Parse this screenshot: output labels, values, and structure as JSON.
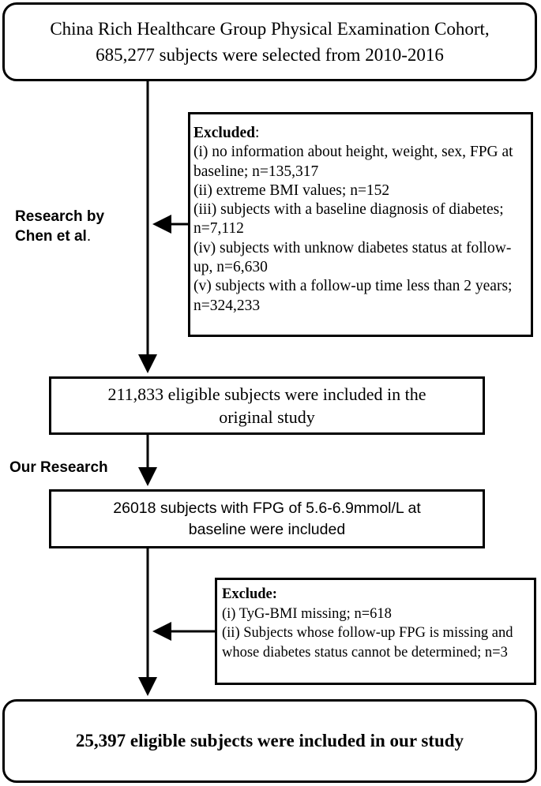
{
  "top_box": {
    "line1": "China Rich Healthcare Group Physical Examination Cohort,",
    "line2": "685,277 subjects were selected from 2010-2016"
  },
  "exclusion_1": {
    "heading": "Excluded",
    "heading_suffix": ":",
    "items": [
      "(i) no information about height, weight, sex, FPG at baseline; n=135,317",
      "(ii) extreme BMI values; n=152",
      "(iii) subjects with a baseline diagnosis of diabetes; n=7,112",
      "(iv) subjects with unknow diabetes status at follow-up, n=6,630",
      "(v) subjects with a follow-up time less than 2 years; n=324,233"
    ]
  },
  "label_chen": {
    "line1": "Research by",
    "line2_bold": "Chen et al",
    "line2_suffix": "."
  },
  "original_study_box": {
    "line1": "211,833 eligible subjects were included in the",
    "line2": "original study"
  },
  "label_ours": "Our Research",
  "fpg_box": {
    "line1": "26018 subjects with FPG of 5.6-6.9mmol/L at",
    "line2": "baseline were included"
  },
  "exclusion_2": {
    "heading": "Exclude:",
    "items": [
      "(i) TyG-BMI missing; n=618",
      "(ii) Subjects whose follow-up FPG is missing and whose diabetes status cannot be determined; n=3"
    ]
  },
  "final_box": {
    "text": "25,397 eligible subjects were included in our study"
  }
}
